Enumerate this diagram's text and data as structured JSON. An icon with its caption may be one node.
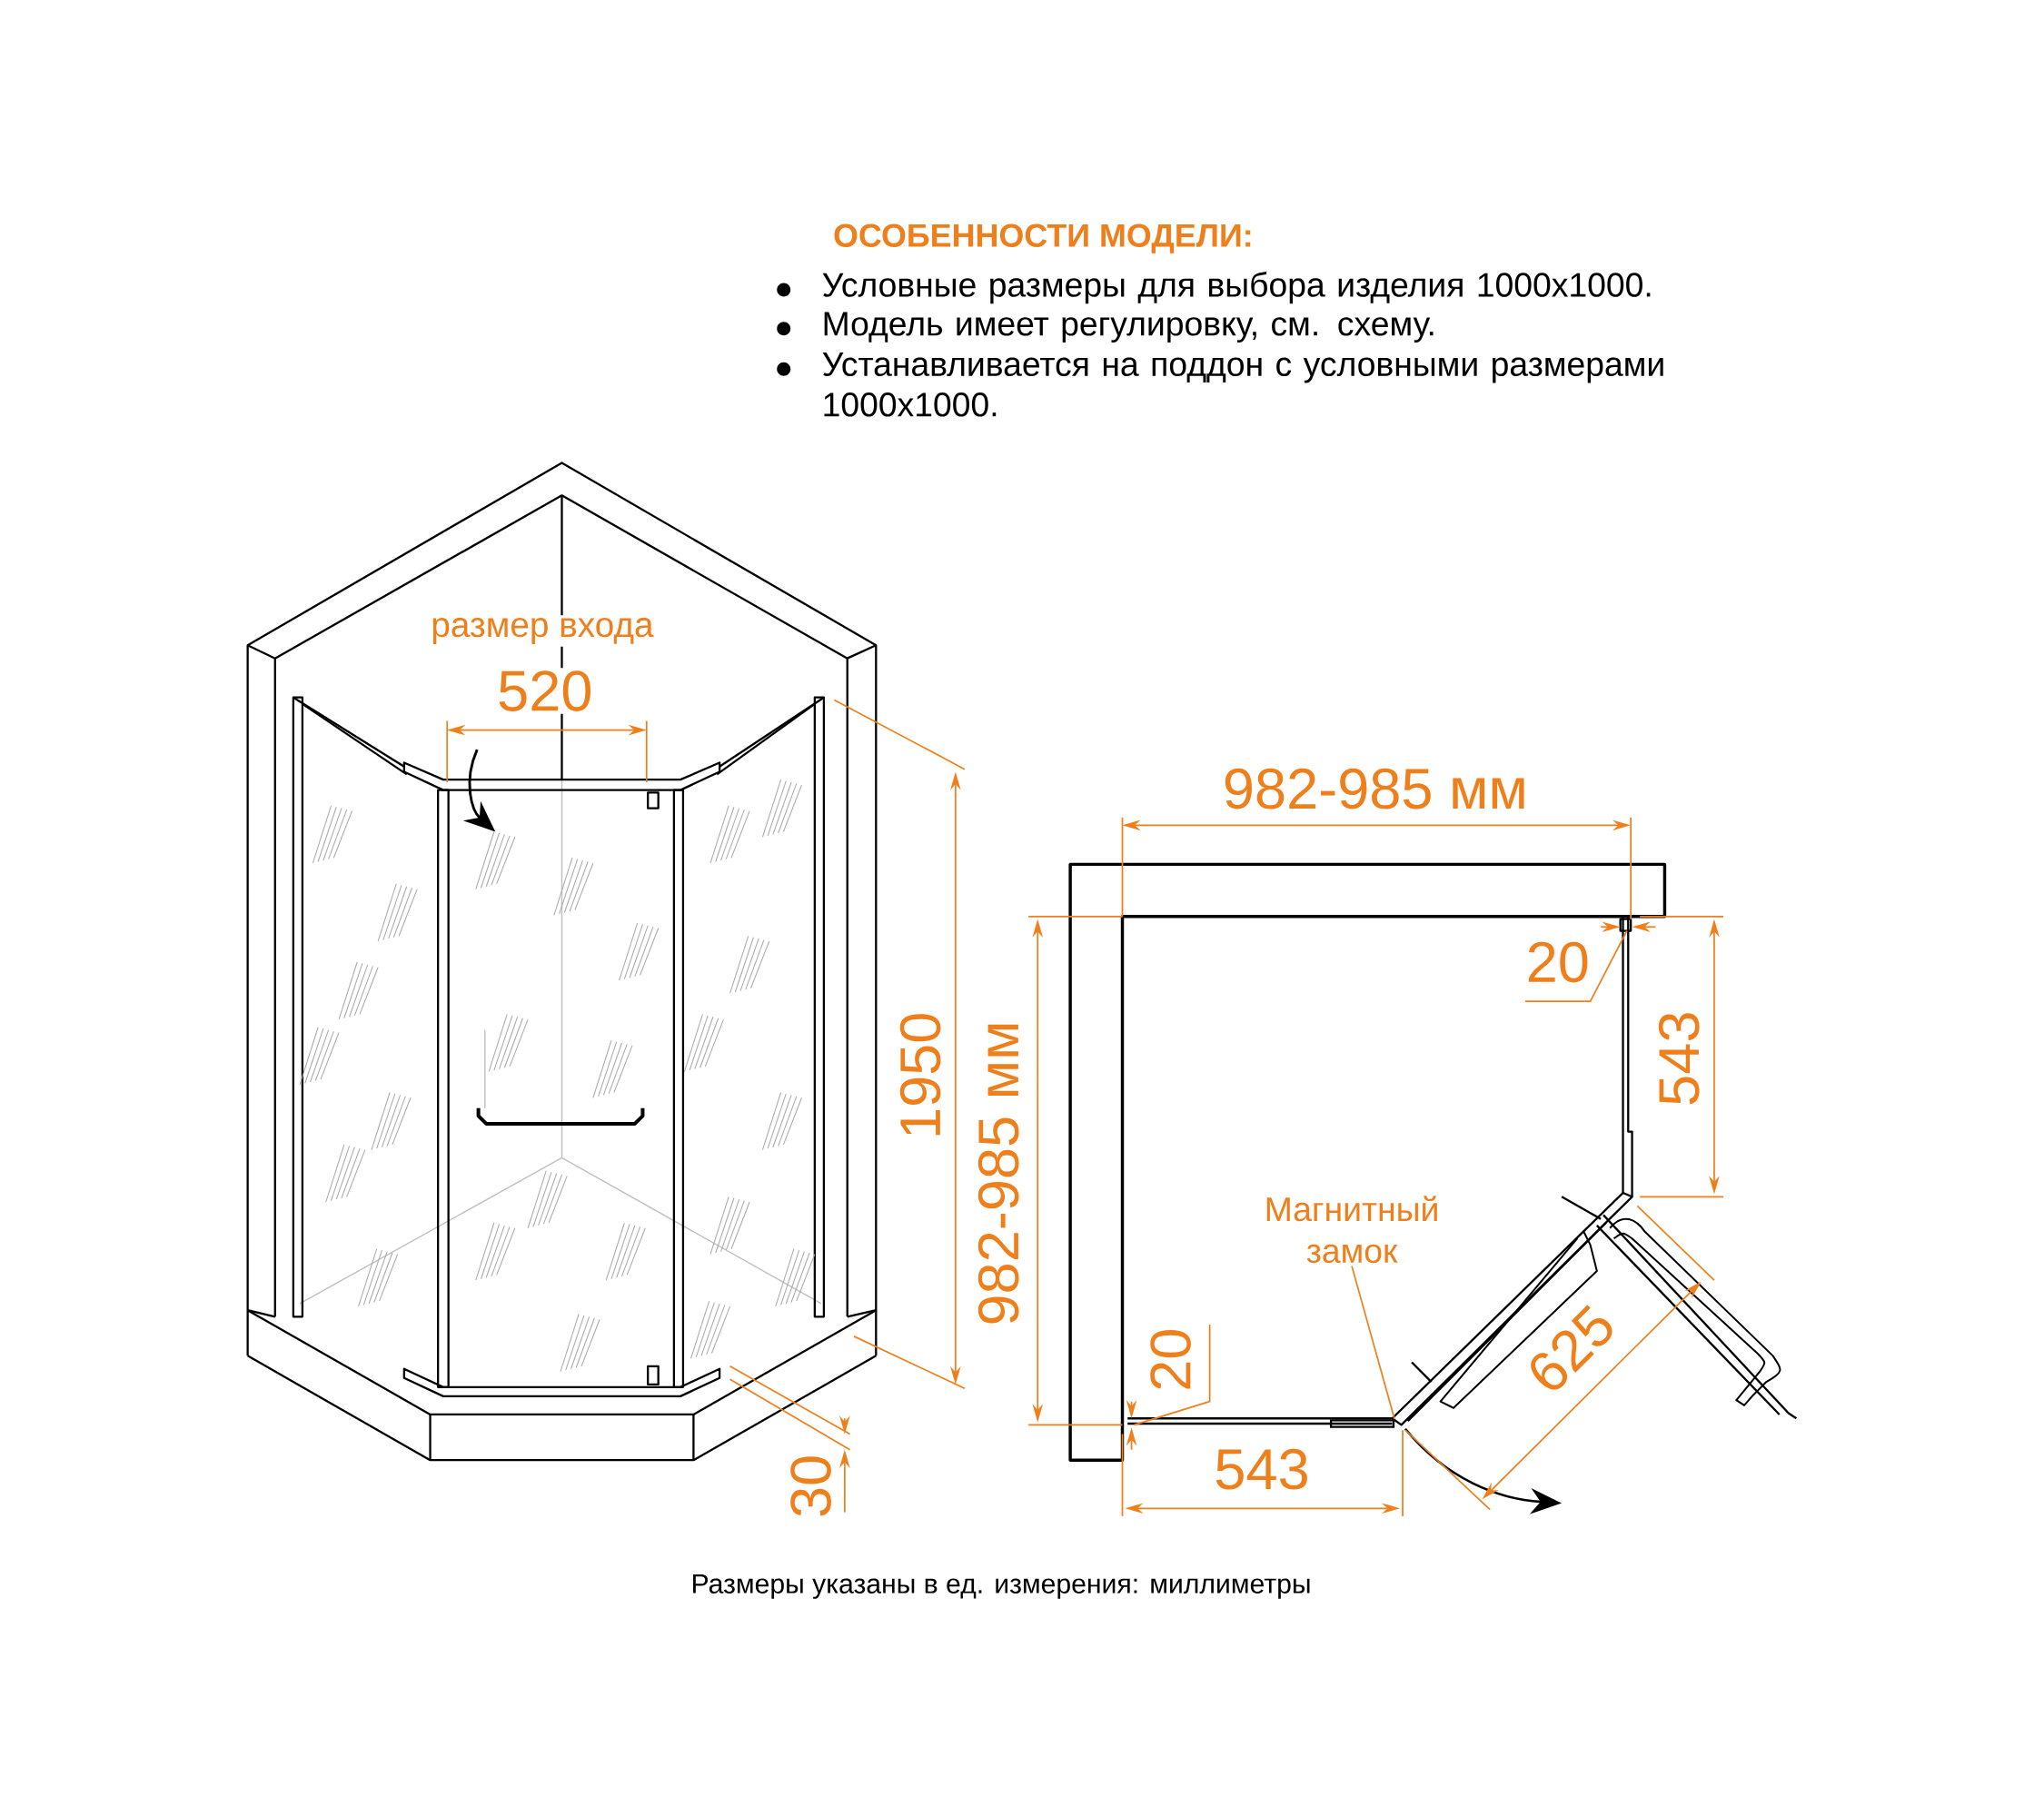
{
  "diagram": {
    "title": "ОСОБЕННОСТИ МОДЕЛИ:",
    "caption": "Размеры указаны в ед. измерения: миллиметры",
    "nodes": [
      {
        "text": [
          "Магнитный замок"
        ]
      },
      {
        "text": [],
        "shape": "box"
      }
    ],
    "edges": [
      {
        "from": 0,
        "to": 1,
        "arrow": "none"
      }
    ],
    "labels": [
      "Условные размеры для выбора изделия 1000x1000.",
      "Модель имеет регулировку, см. схему.",
      "Устанавливается на поддон с условными размерами 1000x1000.",
      "размер входа",
      "520",
      "1950",
      "30",
      "982-985 мм",
      "982-985 мм",
      "20",
      "543",
      "20",
      "625",
      "543"
    ]
  }
}
